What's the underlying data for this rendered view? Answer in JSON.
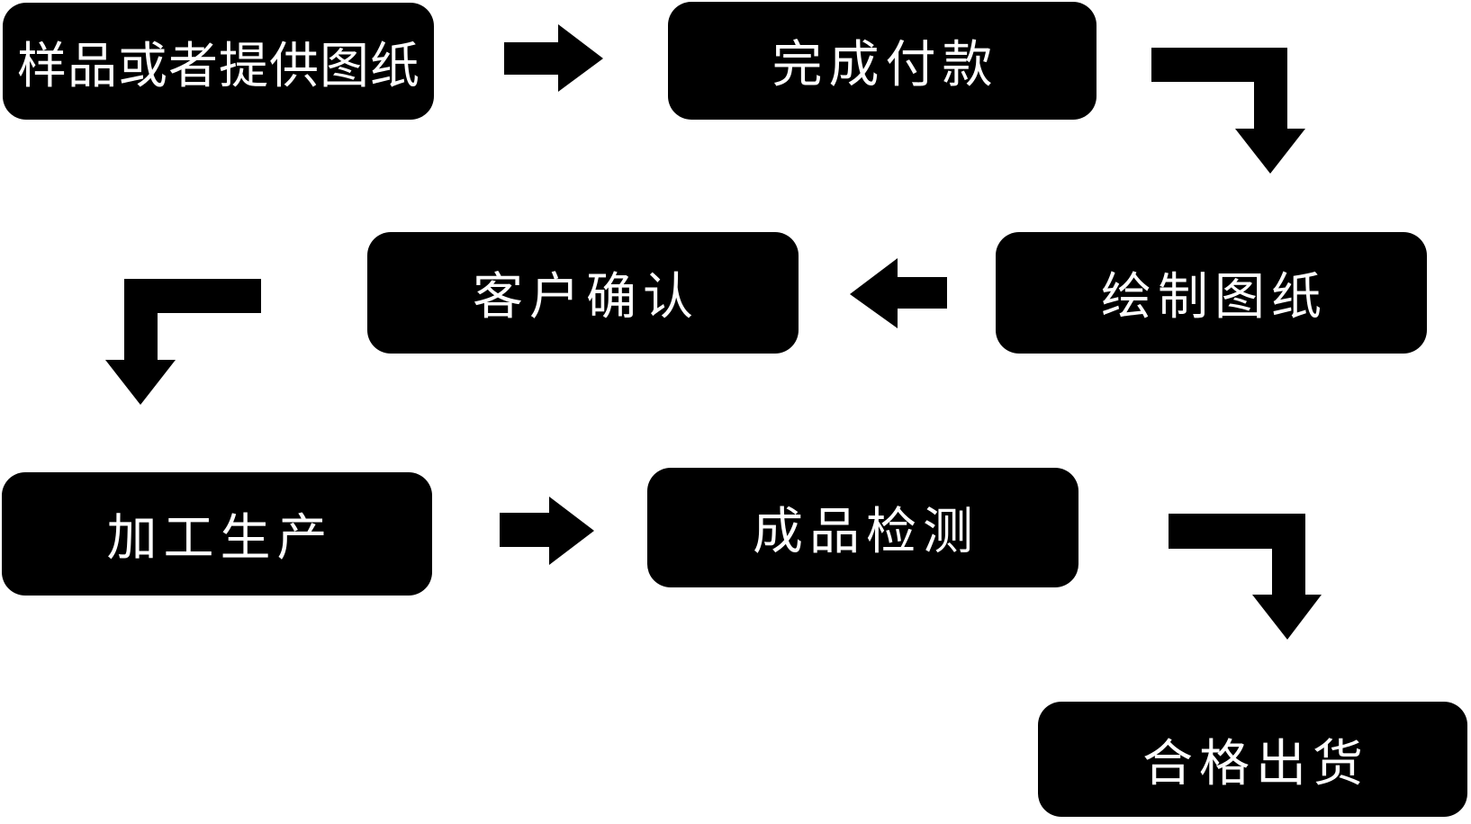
{
  "flowchart": {
    "title": "production-process-flowchart",
    "colors": {
      "background": "#ffffff",
      "node_fill": "#000000",
      "node_text": "#ffffff",
      "arrow_fill": "#000000"
    },
    "nodes": [
      {
        "id": "sample",
        "label": "样品或者提供图纸"
      },
      {
        "id": "payment",
        "label": "完成付款"
      },
      {
        "id": "draw",
        "label": "绘制图纸"
      },
      {
        "id": "confirm",
        "label": "客户确认"
      },
      {
        "id": "produce",
        "label": "加工生产"
      },
      {
        "id": "inspect",
        "label": "成品检测"
      },
      {
        "id": "ship",
        "label": "合格出货"
      }
    ],
    "edges": [
      {
        "from": "样品或者提供图纸",
        "to": "完成付款",
        "shape": "straight-right"
      },
      {
        "from": "完成付款",
        "to": "绘制图纸",
        "shape": "elbow-right-then-down"
      },
      {
        "from": "绘制图纸",
        "to": "客户确认",
        "shape": "straight-left"
      },
      {
        "from": "客户确认",
        "to": "加工生产",
        "shape": "elbow-left-then-down"
      },
      {
        "from": "加工生产",
        "to": "成品检测",
        "shape": "straight-right"
      },
      {
        "from": "成品检测",
        "to": "合格出货",
        "shape": "elbow-right-then-down"
      }
    ]
  }
}
